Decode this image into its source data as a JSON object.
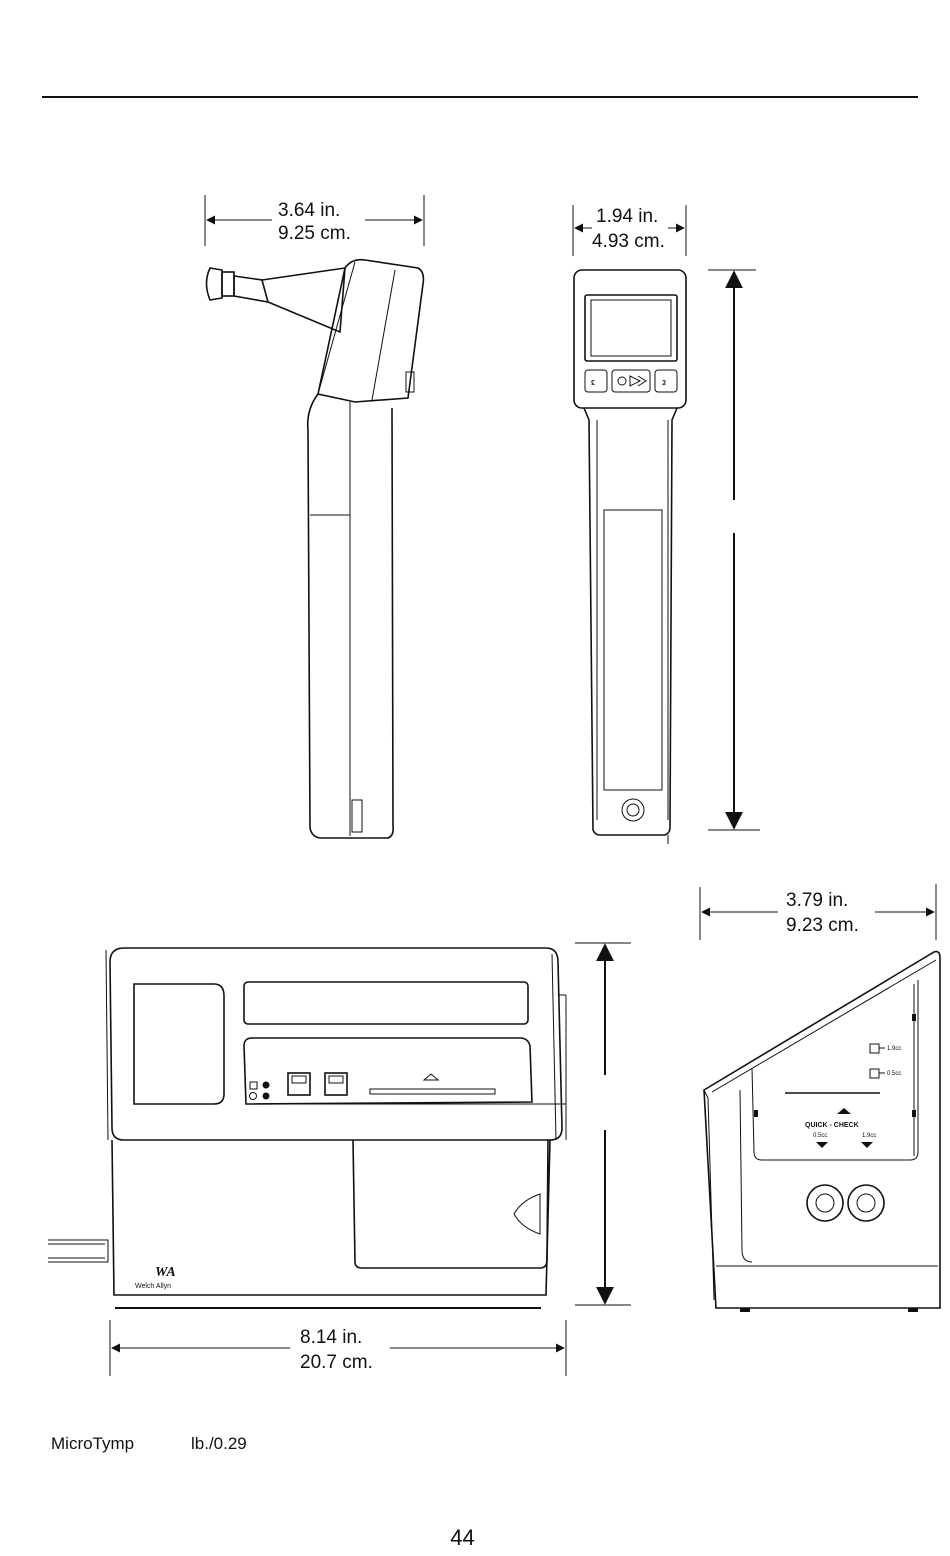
{
  "views": {
    "handheld_side": {
      "width_in": "3.64 in.",
      "width_cm": "9.25 cm."
    },
    "handheld_front": {
      "width_in": "1.94 in.",
      "width_cm": "4.93 cm."
    },
    "printer_side": {
      "depth_in": "3.79 in.",
      "depth_cm": "9.23 cm.",
      "label_high": "1.9cc",
      "label_low": "0.5cc",
      "quick_check": "QUICK - CHECK",
      "qc_left": "0.5cc",
      "qc_right": "1.9cc"
    },
    "printer_front": {
      "width_in": "8.14 in.",
      "width_cm": "20.7 cm.",
      "brand_mark": "WA",
      "brand_name": "Welch Allyn"
    }
  },
  "caption": {
    "product": "MicroTymp",
    "weight": "lb./0.29"
  },
  "page_number": "44"
}
